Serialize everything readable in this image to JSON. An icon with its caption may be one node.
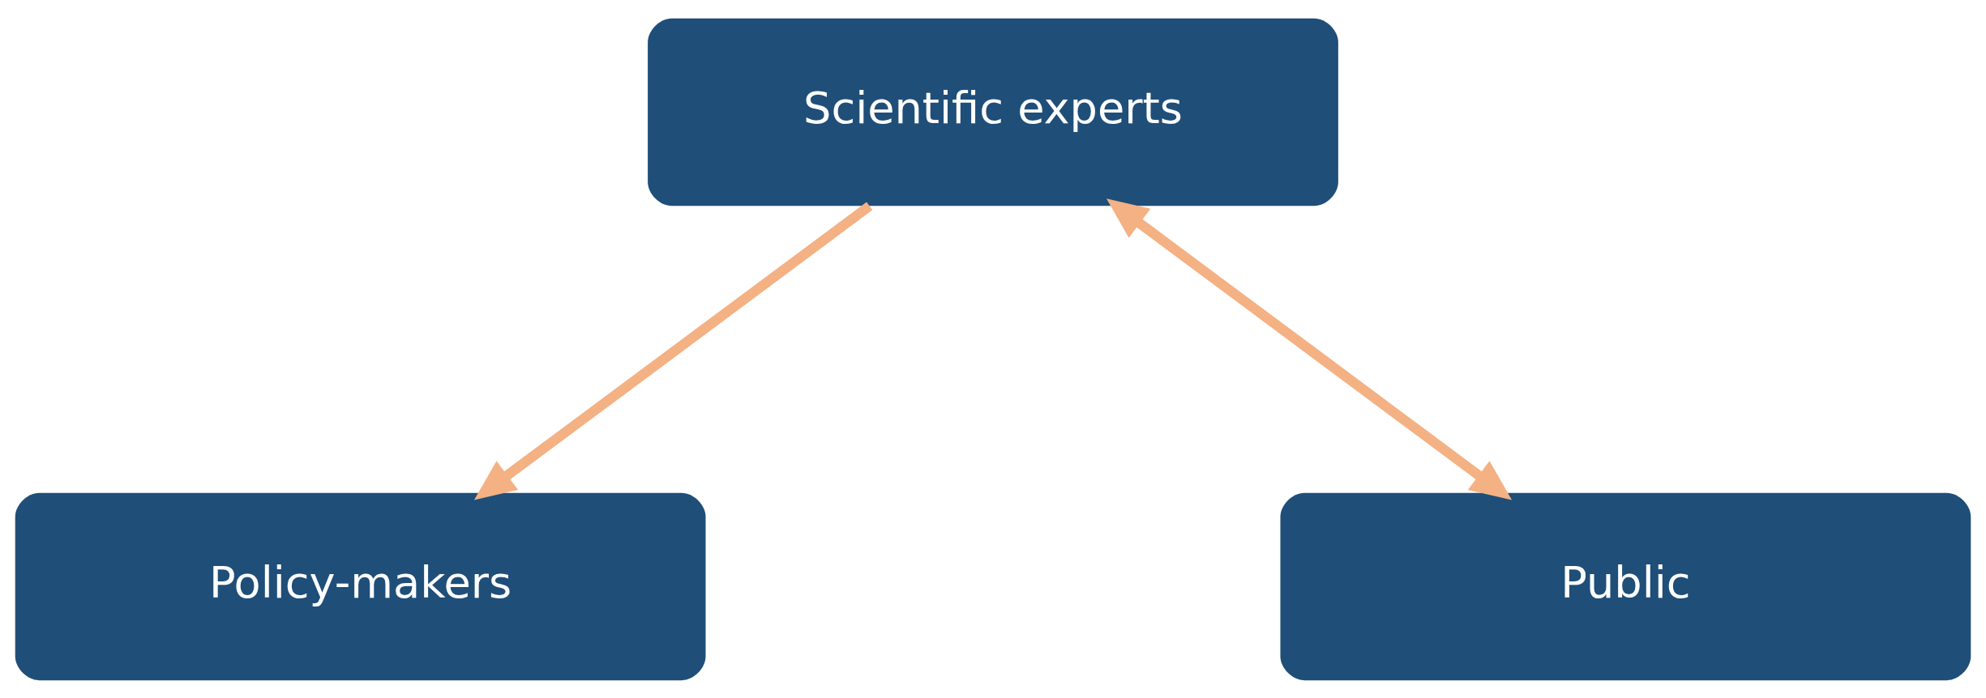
{
  "diagram": {
    "nodes": [
      {
        "text": [
          "Scientific experts"
        ]
      },
      {
        "text": [
          "Policy-makers"
        ]
      },
      {
        "text": [
          "Public"
        ]
      }
    ],
    "edges": [
      {
        "from": 0,
        "to": 1,
        "arrow": "to"
      },
      {
        "from": 0,
        "to": 2,
        "arrow": "both"
      }
    ]
  }
}
